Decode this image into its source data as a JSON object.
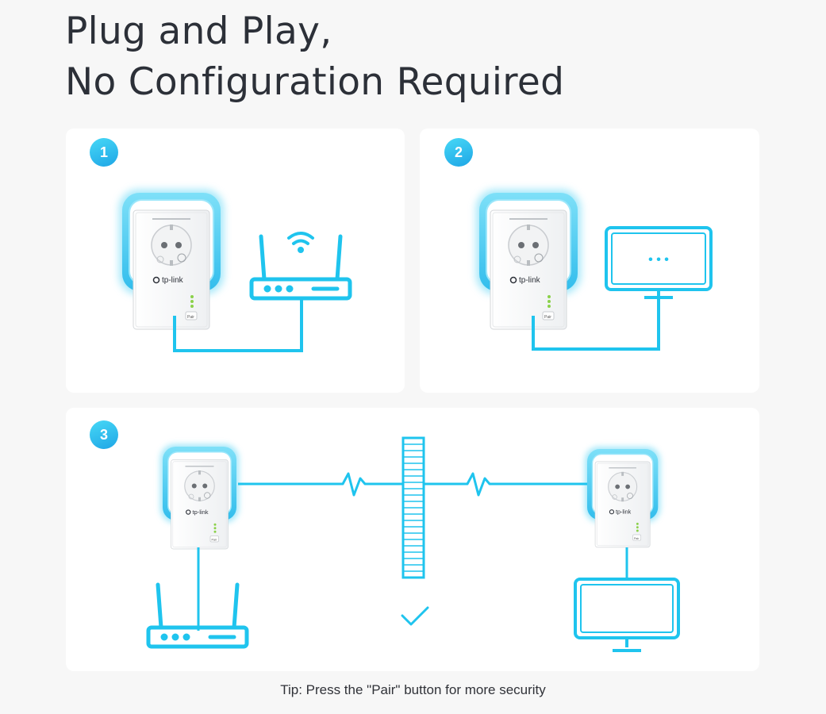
{
  "title": {
    "line1": "Plug and Play,",
    "line2": "No Configuration Required"
  },
  "steps": [
    {
      "number": "1"
    },
    {
      "number": "2"
    },
    {
      "number": "3"
    }
  ],
  "device": {
    "brand": "tp-link",
    "pair_label": "Pair"
  },
  "step2_screen_text": "• • •",
  "tip": "Tip: Press the \"Pair\" button for more security",
  "colors": {
    "accent": "#1fc4ee",
    "accent_dark": "#1ea6e6",
    "glow": "#5cd5f5",
    "card_bg": "#ffffff",
    "page_bg": "#f7f7f7"
  }
}
